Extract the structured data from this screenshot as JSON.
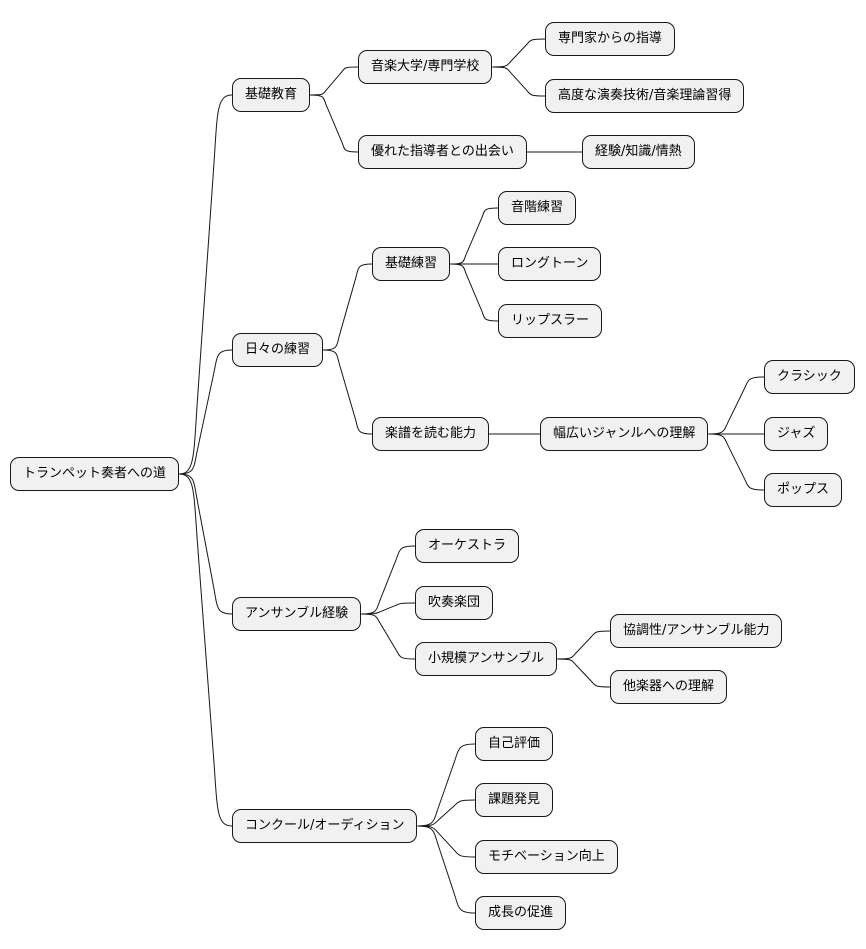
{
  "mindmap": {
    "root": {
      "label": "トランペット奏者への道",
      "children": [
        {
          "label": "基礎教育",
          "children": [
            {
              "label": "音楽大学/専門学校",
              "children": [
                {
                  "label": "専門家からの指導"
                },
                {
                  "label": "高度な演奏技術/音楽理論習得"
                }
              ]
            },
            {
              "label": "優れた指導者との出会い",
              "children": [
                {
                  "label": "経験/知識/情熱"
                }
              ]
            }
          ]
        },
        {
          "label": "日々の練習",
          "children": [
            {
              "label": "基礎練習",
              "children": [
                {
                  "label": "音階練習"
                },
                {
                  "label": "ロングトーン"
                },
                {
                  "label": "リップスラー"
                }
              ]
            },
            {
              "label": "楽譜を読む能力",
              "children": [
                {
                  "label": "幅広いジャンルへの理解",
                  "children": [
                    {
                      "label": "クラシック"
                    },
                    {
                      "label": "ジャズ"
                    },
                    {
                      "label": "ポップス"
                    }
                  ]
                }
              ]
            }
          ]
        },
        {
          "label": "アンサンブル経験",
          "children": [
            {
              "label": "オーケストラ"
            },
            {
              "label": "吹奏楽団"
            },
            {
              "label": "小規模アンサンブル",
              "children": [
                {
                  "label": "協調性/アンサンブル能力"
                },
                {
                  "label": "他楽器への理解"
                }
              ]
            }
          ]
        },
        {
          "label": "コンクール/オーディション",
          "children": [
            {
              "label": "自己評価"
            },
            {
              "label": "課題発見"
            },
            {
              "label": "モチベーション向上"
            },
            {
              "label": "成長の促進"
            }
          ]
        }
      ]
    }
  }
}
